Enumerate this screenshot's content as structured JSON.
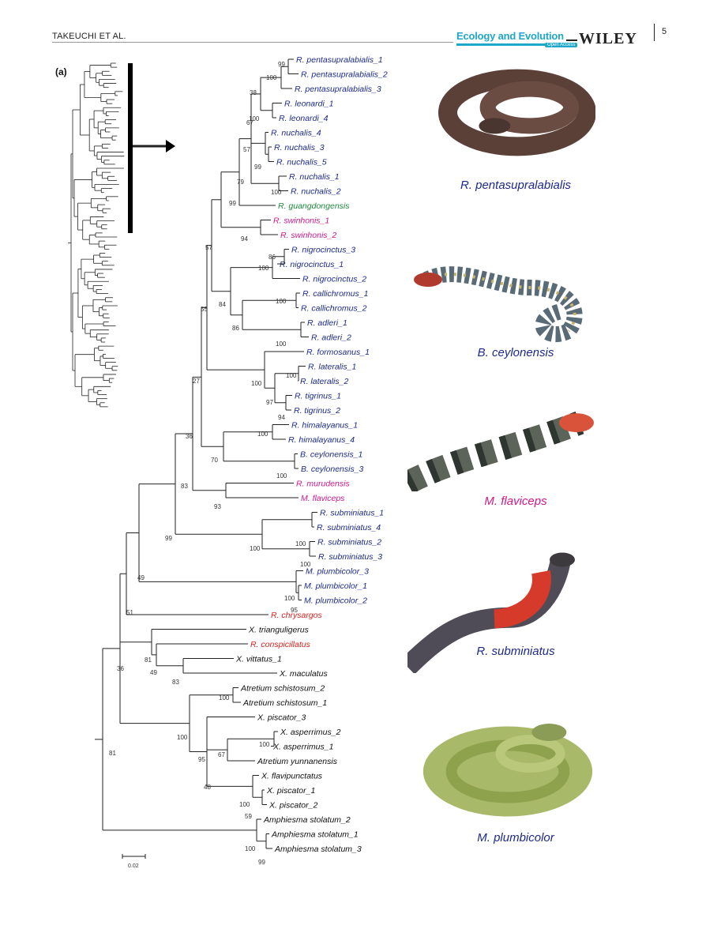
{
  "header": {
    "running_head": "TAKEUCHI ET AL.",
    "journal": "Ecology and Evolution",
    "open_access": "Open Access",
    "publisher": "WILEY",
    "page_number": "5"
  },
  "figure": {
    "panel_label": "(a)",
    "scale_bar": "0.02",
    "colors": {
      "blue": "#1c2a8c",
      "green": "#1d8a3c",
      "magenta": "#d0188c",
      "red": "#d8231f",
      "black": "#111111"
    },
    "taxa": [
      {
        "label": "R. pentasupralabialis_1",
        "color": "blue"
      },
      {
        "label": "R. pentasupralabialis_2",
        "color": "blue"
      },
      {
        "label": "R. pentasupralabialis_3",
        "color": "blue"
      },
      {
        "label": "R. leonardi_1",
        "color": "blue"
      },
      {
        "label": "R. leonardi_4",
        "color": "blue"
      },
      {
        "label": "R. nuchalis_4",
        "color": "blue"
      },
      {
        "label": "R. nuchalis_3",
        "color": "blue"
      },
      {
        "label": "R. nuchalis_5",
        "color": "blue"
      },
      {
        "label": "R. nuchalis_1",
        "color": "blue"
      },
      {
        "label": "R. nuchalis_2",
        "color": "blue"
      },
      {
        "label": "R. guangdongensis",
        "color": "green"
      },
      {
        "label": "R. swinhonis_1",
        "color": "magenta"
      },
      {
        "label": "R. swinhonis_2",
        "color": "magenta"
      },
      {
        "label": "R. nigrocinctus_3",
        "color": "blue"
      },
      {
        "label": "R. nigrocinctus_1",
        "color": "blue"
      },
      {
        "label": "R. nigrocinctus_2",
        "color": "blue"
      },
      {
        "label": "R. callichromus_1",
        "color": "blue"
      },
      {
        "label": "R. callichromus_2",
        "color": "blue"
      },
      {
        "label": "R. adleri_1",
        "color": "blue"
      },
      {
        "label": "R. adleri_2",
        "color": "blue"
      },
      {
        "label": "R. formosanus_1",
        "color": "blue"
      },
      {
        "label": "R. lateralis_1",
        "color": "blue"
      },
      {
        "label": "R. lateralis_2",
        "color": "blue"
      },
      {
        "label": "R. tigrinus_1",
        "color": "blue"
      },
      {
        "label": "R. tigrinus_2",
        "color": "blue"
      },
      {
        "label": "R. himalayanus_1",
        "color": "blue"
      },
      {
        "label": "R. himalayanus_4",
        "color": "blue"
      },
      {
        "label": "B. ceylonensis_1",
        "color": "blue"
      },
      {
        "label": "B. ceylonensis_3",
        "color": "blue"
      },
      {
        "label": "R. murudensis",
        "color": "magenta"
      },
      {
        "label": "M. flaviceps",
        "color": "magenta"
      },
      {
        "label": "R. subminiatus_1",
        "color": "blue"
      },
      {
        "label": "R. subminiatus_4",
        "color": "blue"
      },
      {
        "label": "R. subminiatus_2",
        "color": "blue"
      },
      {
        "label": "R. subminiatus_3",
        "color": "blue"
      },
      {
        "label": "M. plumbicolor_3",
        "color": "blue"
      },
      {
        "label": "M. plumbicolor_1",
        "color": "blue"
      },
      {
        "label": "M. plumbicolor_2",
        "color": "blue"
      },
      {
        "label": "R. chrysargos",
        "color": "red"
      },
      {
        "label": "X. trianguligerus",
        "color": "black"
      },
      {
        "label": "R. conspicillatus",
        "color": "red"
      },
      {
        "label": "X. vittatus_1",
        "color": "black"
      },
      {
        "label": "X. maculatus",
        "color": "black"
      },
      {
        "label": "Atretium schistosum_2",
        "color": "black"
      },
      {
        "label": "Atretium schistosum_1",
        "color": "black"
      },
      {
        "label": "X. piscator_3",
        "color": "black"
      },
      {
        "label": "X. asperrimus_2",
        "color": "black"
      },
      {
        "label": "X. asperrimus_1",
        "color": "black"
      },
      {
        "label": "Atretium yunnanensis",
        "color": "black"
      },
      {
        "label": "X. flavipunctatus",
        "color": "black"
      },
      {
        "label": "X. piscator_1",
        "color": "black"
      },
      {
        "label": "X. piscator_2",
        "color": "black"
      },
      {
        "label": "Amphiesma stolatum_2",
        "color": "black"
      },
      {
        "label": "Amphiesma stolatum_1",
        "color": "black"
      },
      {
        "label": "Amphiesma stolatum_3",
        "color": "black"
      }
    ],
    "bootstrap_values": [
      "99",
      "100",
      "38",
      "100",
      "67",
      "57",
      "99",
      "100",
      "79",
      "99",
      "57",
      "94",
      "86",
      "100",
      "100",
      "100",
      "86",
      "84",
      "55",
      "100",
      "100",
      "97",
      "94",
      "100",
      "27",
      "100",
      "70",
      "36",
      "93",
      "100",
      "100",
      "100",
      "83",
      "99",
      "100",
      "95",
      "49",
      "51",
      "81",
      "83",
      "49",
      "36",
      "100",
      "100",
      "100",
      "67",
      "95",
      "48",
      "100",
      "59",
      "100",
      "99",
      "81"
    ],
    "species_photos": [
      {
        "species": "R. pentasupralabialis",
        "color": "blue",
        "icon": "snake-photo-dark-brown"
      },
      {
        "species": "B. ceylonensis",
        "color": "blue",
        "icon": "snake-photo-spotted-grey"
      },
      {
        "species": "M. flaviceps",
        "color": "magenta",
        "icon": "snake-photo-banded-orange-head"
      },
      {
        "species": "R. subminiatus",
        "color": "blue",
        "icon": "snake-photo-red-neck"
      },
      {
        "species": "M. plumbicolor",
        "color": "blue",
        "icon": "snake-photo-green-coiled"
      }
    ]
  }
}
